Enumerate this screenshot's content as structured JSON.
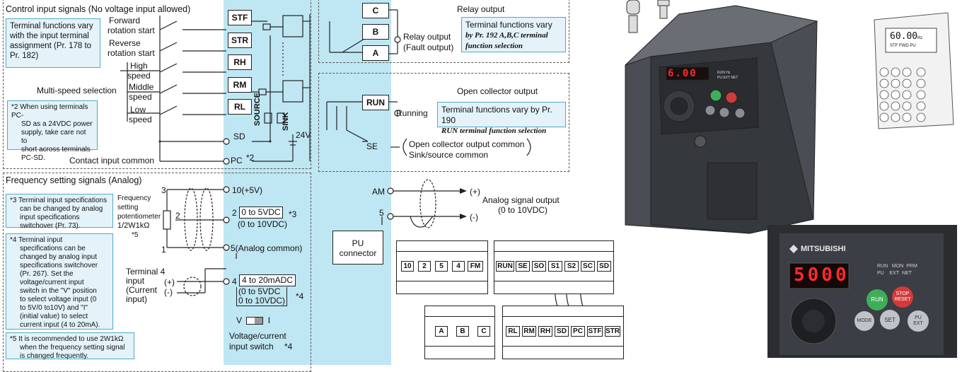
{
  "control_input": {
    "title": "Control input signals (No voltage input allowed)",
    "note1_lines": [
      "Terminal functions vary",
      "with the input terminal",
      "assignment (Pr. 178 to",
      "Pr. 182)"
    ],
    "forward": [
      "Forward",
      "rotation start"
    ],
    "reverse": [
      "Reverse",
      "rotation start"
    ],
    "high": [
      "High",
      "speed"
    ],
    "middle": [
      "Middle",
      "speed"
    ],
    "low": [
      "Low",
      "speed"
    ],
    "multi_speed": "Multi-speed selection",
    "note2_lines": [
      "*2 When using terminals PC-",
      "SD as a 24VDC power",
      "supply, take care not to",
      "short across terminals",
      "PC-SD."
    ],
    "contact_common": "Contact input common",
    "terminals": [
      "STF",
      "STR",
      "RH",
      "RM",
      "RL"
    ],
    "sd": "SD",
    "pc": "PC",
    "pc_note": "*2",
    "source": "SOURCE",
    "sink": "SINK",
    "v24": "24V"
  },
  "relay": {
    "terminals": [
      "C",
      "B",
      "A"
    ],
    "label": [
      "Relay output",
      "(Fault output)"
    ],
    "header": "Relay output",
    "note_plain": "Terminal functions vary",
    "note_italic": "by Pr. 192 A,B,C terminal function selection"
  },
  "open_collector": {
    "header": "Open collector output",
    "run": "RUN",
    "running": "Running",
    "note_plain": "Terminal functions vary by Pr. 190",
    "note_italic": "RUN terminal function selection",
    "se": "SE",
    "common_lines": [
      "Open collector output common",
      "Sink/source common"
    ]
  },
  "frequency": {
    "title": "Frequency setting signals (Analog)",
    "note3_lines": [
      "*3 Terminal input specifications",
      "can be changed by analog",
      "input specifications",
      "switchover (Pr. 73)."
    ],
    "pot_lines": [
      "Frequency",
      "setting",
      "potentiometer",
      "1/2W1kΩ",
      "*5"
    ],
    "pins": [
      "3",
      "2",
      "1"
    ],
    "t10": "10(+5V)",
    "t2": "2",
    "t2_box": "0 to 5VDC",
    "t2_alt": "(0 to 10VDC)",
    "t2_note": "*3",
    "t5": "5(Analog common)",
    "note4_lines": [
      "*4 Terminal input",
      "specifications can be",
      "changed by analog input",
      "specifications switchover",
      "(Pr. 267). Set the",
      "voltage/current input",
      "switch in the \"V\" position",
      "to select voltage input (0",
      "to 5V/0 to10V) and \"I\"",
      "(initial value) to select",
      "current input (4 to 20mA)."
    ],
    "term4_lines": [
      "Terminal 4",
      "input",
      "(Current",
      "input)"
    ],
    "plus": "(+)",
    "minus": "(-)",
    "t4": "4",
    "t4_box": "4 to 20mADC",
    "t4_alt": [
      "(0 to 5VDC",
      "0 to 10VDC)"
    ],
    "t4_note": "*4",
    "vi_v": "V",
    "vi_i": "I",
    "vi_lines": [
      "Voltage/current",
      "input switch"
    ],
    "vi_note": "*4",
    "note5_lines": [
      "*5  It is recommended to use 2W1kΩ",
      "when the frequency setting signal",
      "is changed frequently."
    ]
  },
  "analog_out": {
    "am": "AM",
    "five": "5",
    "plus": "(+)",
    "minus": "(-)",
    "label": [
      "Analog signal output",
      "(0 to 10VDC)"
    ]
  },
  "pu_connector": [
    "PU",
    "connector"
  ],
  "strips": {
    "top_left": [
      "10",
      "2",
      "5",
      "4",
      "FM"
    ],
    "top_right": [
      "RUN",
      "SE",
      "SO",
      "S1",
      "S2",
      "SC",
      "SD"
    ],
    "bottom_left": [
      "A",
      "B",
      "C"
    ],
    "bottom_right": [
      "RL",
      "RM",
      "RH",
      "SD",
      "PC",
      "STF",
      "STR"
    ]
  },
  "panel_top": {
    "display": "6.00",
    "labels": [
      "RUN",
      "Hz",
      "PU",
      "EXT",
      "NET"
    ]
  },
  "remote": {
    "display": "60.00",
    "hz": "Hz",
    "sub": "STF FWD  PU"
  },
  "closeup": {
    "brand": "MITSUBISHI",
    "display": "5000",
    "leds": [
      "RUN",
      "MON",
      "PRM",
      "PU",
      "EXT",
      "NET"
    ],
    "run": "RUN",
    "stop": [
      "STOP",
      "RESET"
    ],
    "mode": "MODE",
    "set": "SET",
    "puext": [
      "PU",
      "EXT"
    ]
  },
  "colors": {
    "blue_panel": "#bfe6f3",
    "note_bg": "#e4f3f9",
    "note_border": "#4fa9c9",
    "led_red": "#ff2a2a",
    "inverter_body": "#3a3d42"
  }
}
